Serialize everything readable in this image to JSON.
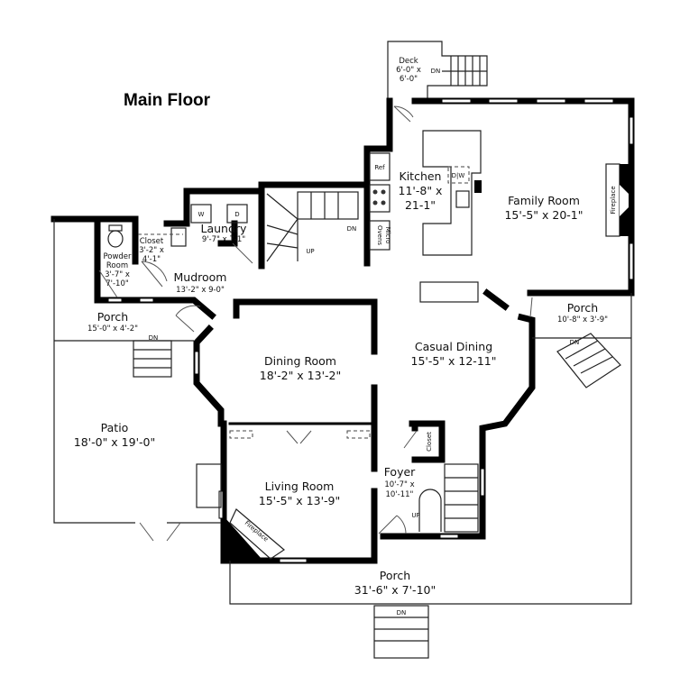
{
  "title": "Main Floor",
  "rooms": {
    "deck": {
      "name": "Deck",
      "dim1": "6'-0\" x",
      "dim2": "6'-0\""
    },
    "kitchen": {
      "name": "Kitchen",
      "dim1": "11'-8\" x",
      "dim2": "21-1\""
    },
    "family_room": {
      "name": "Family Room",
      "dim": "15'-5\" x 20-1\""
    },
    "laundry": {
      "name": "Laundry",
      "dim": "9'-7\" x 7-1\""
    },
    "powder_room": {
      "name1": "Powder",
      "name2": "Room",
      "dim1": "3'-7\" x",
      "dim2": "7'-10\""
    },
    "closet_left": {
      "name": "Closet",
      "dim1": "3'-2\" x",
      "dim2": "4'-1\""
    },
    "mudroom": {
      "name": "Mudroom",
      "dim": "13'-2\" x 9-0\""
    },
    "porch_left": {
      "name": "Porch",
      "dim": "15'-0\" x 4'-2\""
    },
    "porch_right": {
      "name": "Porch",
      "dim": "10'-8\" x 3'-9\""
    },
    "dining_room": {
      "name": "Dining Room",
      "dim": "18'-2\" x 13'-2\""
    },
    "casual_dining": {
      "name": "Casual Dining",
      "dim": "15'-5\" x 12-11\""
    },
    "patio": {
      "name": "Patio",
      "dim": "18'-0\" x 19'-0\""
    },
    "living_room": {
      "name": "Living Room",
      "dim": "15'-5\" x 13'-9\""
    },
    "foyer": {
      "name": "Foyer",
      "dim1": "10'-7\" x",
      "dim2": "10'-11\""
    },
    "closet_foyer": {
      "name": "Closet"
    },
    "porch_front": {
      "name": "Porch",
      "dim": "31'-6\" x 7'-10\""
    }
  },
  "fixtures": {
    "ref": "Ref",
    "dw": "D|W",
    "ovens1": "Ovens",
    "ovens2": "Micro",
    "fireplace_family": "Fireplace",
    "fireplace_living": "Fireplace",
    "washer": "W",
    "dryer": "D"
  },
  "stair_labels": {
    "deck_dn": "DN",
    "main_up": "UP",
    "main_dn": "DN",
    "porch_left_dn": "DN",
    "porch_right_dn": "DN",
    "foyer_up": "UP",
    "front_dn": "DN"
  }
}
